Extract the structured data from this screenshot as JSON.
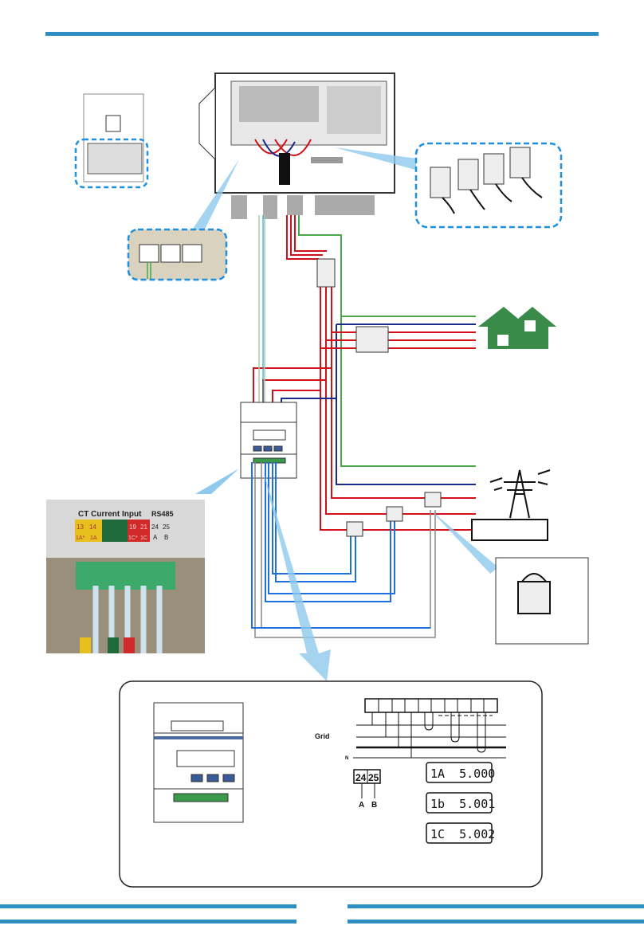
{
  "colors": {
    "header_bar": "#2f8fc3",
    "house": "#3a8a4a",
    "callout_border": "#1e90e0",
    "line_red": "#d0101a",
    "line_blue": "#1a2a8a",
    "line_green": "#4aa84a",
    "ct_wire": "#1f6fe0",
    "callout_bg": "#d9d2bf"
  },
  "icons": [
    "inverter-icon",
    "house-icon",
    "transmission-tower-icon",
    "ct-clamp-icon",
    "energy-meter-icon",
    "breaker-icon",
    "rj45-port-icon"
  ],
  "photo": {
    "title": "CT Current Input",
    "rs485": "RS485",
    "terminals_top": [
      "13",
      "14",
      "",
      "",
      "19",
      "21",
      "24",
      "25"
    ],
    "terminals_bottom": [
      "1A*",
      "1A",
      "",
      "",
      "1C*",
      "1C",
      "A",
      "B"
    ]
  },
  "wiring_diagram": {
    "grid_label": "Grid",
    "neutral_label": "N",
    "rs485_terminals": [
      "24",
      "25"
    ],
    "rs485_labels": [
      "A",
      "B"
    ],
    "displays": [
      "1A  5.000",
      "1b  5.001",
      "1C  5.002"
    ]
  }
}
